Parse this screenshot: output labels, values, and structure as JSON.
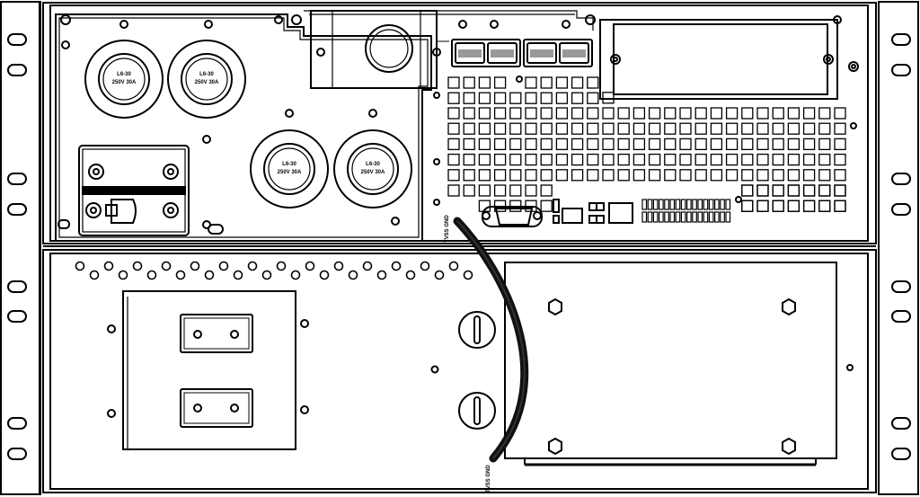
{
  "outlets": {
    "top_left": {
      "type": "L6-30",
      "rating": "250V 30A"
    },
    "top_right": {
      "type": "L6-30",
      "rating": "250V 30A"
    },
    "mid_left": {
      "type": "L6-30",
      "rating": "250V 30A"
    },
    "mid_right": {
      "type": "L6-30",
      "rating": "250V 30A"
    }
  },
  "labels": {
    "tvss_gnd_upper": "TVSS GND",
    "tvss_gnd_lower": "TVSS GND"
  },
  "colors": {
    "line": "#000000",
    "background": "#ffffff",
    "cable": "#111111"
  }
}
